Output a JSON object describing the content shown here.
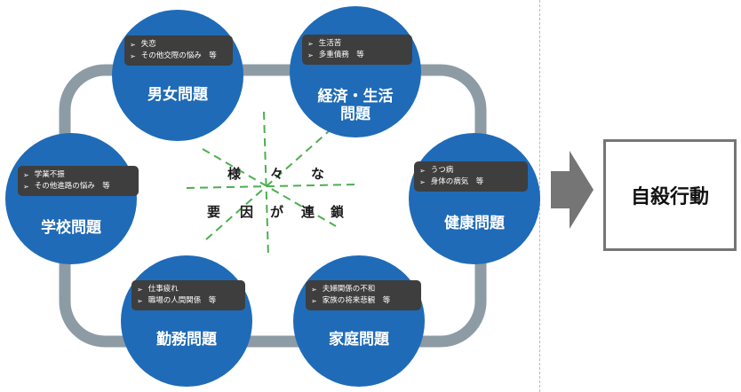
{
  "colors": {
    "circle": "#1f6bb7",
    "tag": "#3e3e3e",
    "loop": "#8d9ba5",
    "dashes": "#4caf50",
    "arrow": "#757575"
  },
  "problems": [
    {
      "title": "男女問題",
      "items": [
        "失恋",
        "その他交際の悩み　等"
      ]
    },
    {
      "title": "経済・生活\n問題",
      "items": [
        "生活苦",
        "多重債務　等"
      ]
    },
    {
      "title": "学校問題",
      "items": [
        "学業不振",
        "その他進路の悩み　等"
      ]
    },
    {
      "title": "健康問題",
      "items": [
        "うつ病",
        "身体の病気　等"
      ]
    },
    {
      "title": "勤務問題",
      "items": [
        "仕事疲れ",
        "職場の人間関係　等"
      ]
    },
    {
      "title": "家庭問題",
      "items": [
        "夫婦関係の不和",
        "家族の将来悲観　等"
      ]
    }
  ],
  "center": {
    "line1": [
      "様",
      "々",
      "な"
    ],
    "line2": [
      "要",
      "因",
      "が",
      "連",
      "鎖"
    ]
  },
  "bullet": "➢",
  "outcome": {
    "label": "自殺行動"
  }
}
